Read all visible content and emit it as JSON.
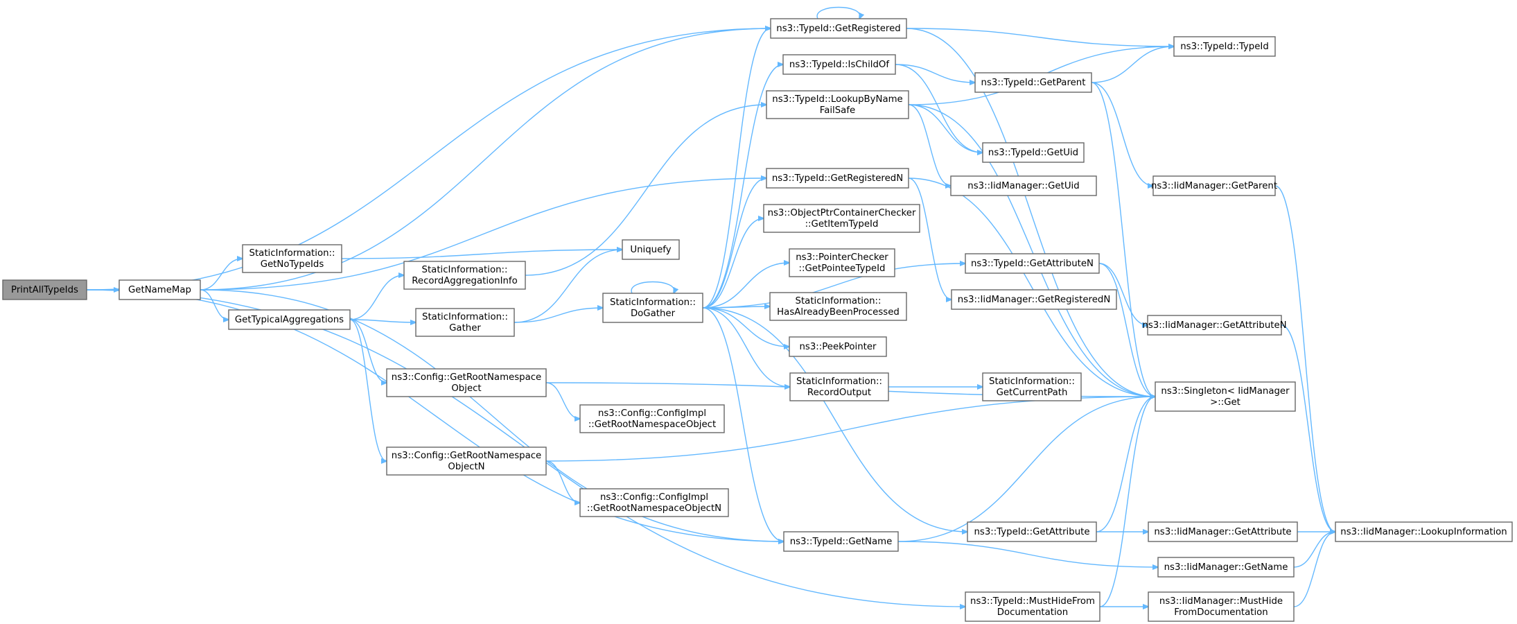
{
  "graph": {
    "root": "PrintAllTypeIds",
    "nodes": [
      {
        "id": "print",
        "lines": [
          "PrintAllTypeIds"
        ]
      },
      {
        "id": "namemap",
        "lines": [
          "GetNameMap"
        ]
      },
      {
        "id": "notypeids",
        "lines": [
          "StaticInformation::",
          "GetNoTypeIds"
        ]
      },
      {
        "id": "typagg",
        "lines": [
          "GetTypicalAggregations"
        ]
      },
      {
        "id": "recagg",
        "lines": [
          "StaticInformation::",
          "RecordAggregationInfo"
        ]
      },
      {
        "id": "gather",
        "lines": [
          "StaticInformation::",
          "Gather"
        ]
      },
      {
        "id": "uniquefy",
        "lines": [
          "Uniquefy"
        ]
      },
      {
        "id": "dogather",
        "lines": [
          "StaticInformation::",
          "DoGather"
        ]
      },
      {
        "id": "getrootns",
        "lines": [
          "ns3::Config::GetRootNamespace",
          "Object"
        ]
      },
      {
        "id": "getrootnsn",
        "lines": [
          "ns3::Config::GetRootNamespace",
          "ObjectN"
        ]
      },
      {
        "id": "cfgimpl",
        "lines": [
          "ns3::Config::ConfigImpl",
          "::GetRootNamespaceObject"
        ]
      },
      {
        "id": "cfgimpln",
        "lines": [
          "ns3::Config::ConfigImpl",
          "::GetRootNamespaceObjectN"
        ]
      },
      {
        "id": "getregistered",
        "lines": [
          "ns3::TypeId::GetRegistered"
        ]
      },
      {
        "id": "ischildof",
        "lines": [
          "ns3::TypeId::IsChildOf"
        ]
      },
      {
        "id": "lookup",
        "lines": [
          "ns3::TypeId::LookupByName",
          "FailSafe"
        ]
      },
      {
        "id": "getregn",
        "lines": [
          "ns3::TypeId::GetRegisteredN"
        ]
      },
      {
        "id": "objptr",
        "lines": [
          "ns3::ObjectPtrContainerChecker",
          "::GetItemTypeId"
        ]
      },
      {
        "id": "ptrchk",
        "lines": [
          "ns3::PointerChecker",
          "::GetPointeeTypeId"
        ]
      },
      {
        "id": "hasproc",
        "lines": [
          "StaticInformation::",
          "HasAlreadyBeenProcessed"
        ]
      },
      {
        "id": "peek",
        "lines": [
          "ns3::PeekPointer"
        ]
      },
      {
        "id": "recout",
        "lines": [
          "StaticInformation::",
          "RecordOutput"
        ]
      },
      {
        "id": "curpath",
        "lines": [
          "StaticInformation::",
          "GetCurrentPath"
        ]
      },
      {
        "id": "getname",
        "lines": [
          "ns3::TypeId::GetName"
        ]
      },
      {
        "id": "typeid",
        "lines": [
          "ns3::TypeId::TypeId"
        ]
      },
      {
        "id": "getparent",
        "lines": [
          "ns3::TypeId::GetParent"
        ]
      },
      {
        "id": "getuid",
        "lines": [
          "ns3::TypeId::GetUid"
        ]
      },
      {
        "id": "iidgetuid",
        "lines": [
          "ns3::IidManager::GetUid"
        ]
      },
      {
        "id": "getattrn",
        "lines": [
          "ns3::TypeId::GetAttributeN"
        ]
      },
      {
        "id": "iidregn",
        "lines": [
          "ns3::IidManager::GetRegisteredN"
        ]
      },
      {
        "id": "getattr",
        "lines": [
          "ns3::TypeId::GetAttribute"
        ]
      },
      {
        "id": "musthide",
        "lines": [
          "ns3::TypeId::MustHideFrom",
          "Documentation"
        ]
      },
      {
        "id": "iidparent",
        "lines": [
          "ns3::IidManager::GetParent"
        ]
      },
      {
        "id": "iidattrn",
        "lines": [
          "ns3::IidManager::GetAttributeN"
        ]
      },
      {
        "id": "singleton",
        "lines": [
          "ns3::Singleton< IidManager",
          " >::Get"
        ]
      },
      {
        "id": "iidattr",
        "lines": [
          "ns3::IidManager::GetAttribute"
        ]
      },
      {
        "id": "iidname",
        "lines": [
          "ns3::IidManager::GetName"
        ]
      },
      {
        "id": "iidmusthide",
        "lines": [
          "ns3::IidManager::MustHide",
          "FromDocumentation"
        ]
      },
      {
        "id": "lookupinfo",
        "lines": [
          "ns3::IidManager::LookupInformation"
        ]
      }
    ],
    "colors": {
      "edge": "#63b8ff",
      "node_border": "#666666",
      "root_fill": "#999999",
      "node_fill": "#ffffff"
    }
  }
}
